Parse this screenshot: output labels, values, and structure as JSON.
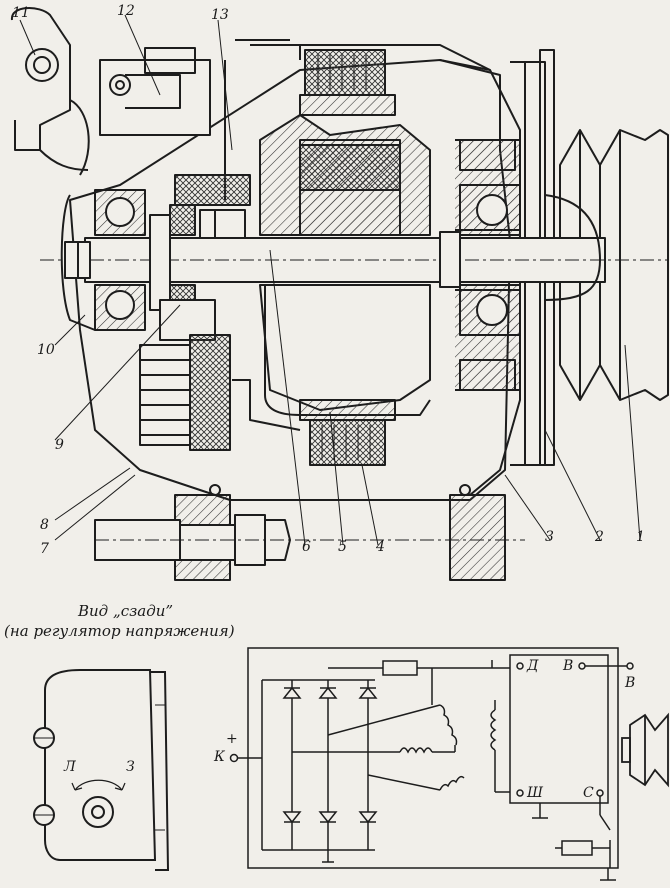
{
  "callouts": [
    "1",
    "2",
    "3",
    "4",
    "5",
    "6",
    "7",
    "8",
    "9",
    "10",
    "11",
    "12",
    "13"
  ],
  "view_caption": {
    "line1": "Вид „сзади”",
    "line2": "(на регулятор напряжения)"
  },
  "back_view": {
    "left_mark": "Л",
    "right_mark": "З"
  },
  "circuit": {
    "plus_sign": "+",
    "terminal_k": "К",
    "terminal_d": "Д",
    "terminal_v": "В",
    "terminal_sh": "Ш",
    "terminal_s": "С",
    "output_v": "В"
  }
}
